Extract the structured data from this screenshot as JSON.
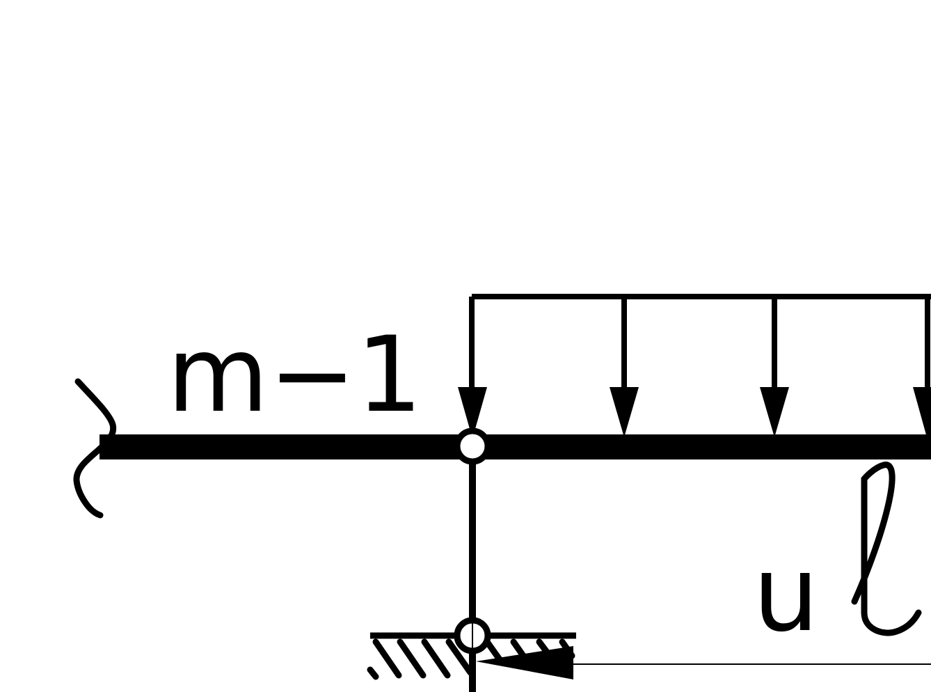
{
  "labels": {
    "span_left": "m−1",
    "span_right_prefix": "u"
  },
  "icons": {
    "right_span_symbol": "script-l-ell-symbol"
  },
  "colors": {
    "ink": "#000000",
    "background": "#ffffff"
  }
}
